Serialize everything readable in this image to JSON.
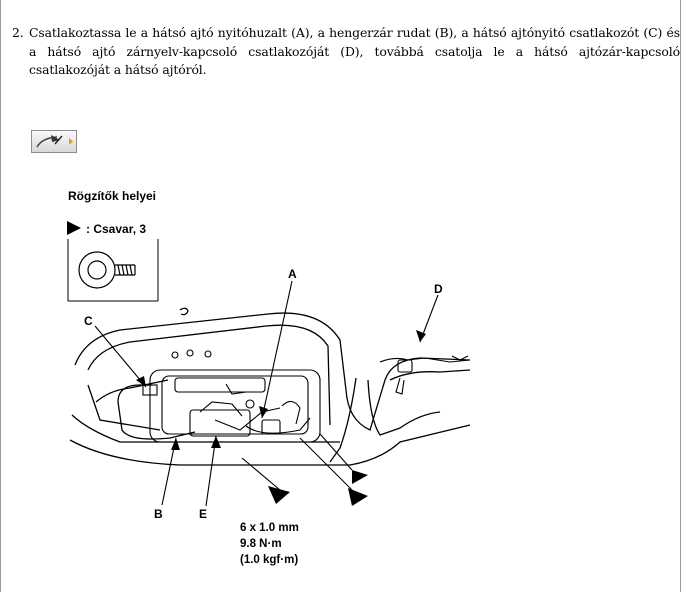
{
  "step": {
    "number": "2.",
    "text": "Csatlakoztassa le a hátsó ajtó nyitóhuzalt (A), a hengerzár rudat (B), a hátsó ajtónyitó csatlakozót (C) és a hátsó ajtó zárnyelv-kapcsoló csatlakozóját (D), továbbá csatolja le a hátsó ajtózár-kapcsoló csatlakozóját a hátsó ajtóról."
  },
  "toolbar": {
    "button_icon": "pen-arrow-icon"
  },
  "figure": {
    "fastener_title": "Rögzítők helyei",
    "fastener_legend": ": Csavar, 3",
    "callouts": {
      "a": "A",
      "b": "B",
      "c": "C",
      "d": "D",
      "e": "E"
    },
    "torque": {
      "size": "6 x 1.0 mm",
      "nm": "9.8 N·m",
      "kgf": "(1.0 kgf·m)"
    }
  }
}
